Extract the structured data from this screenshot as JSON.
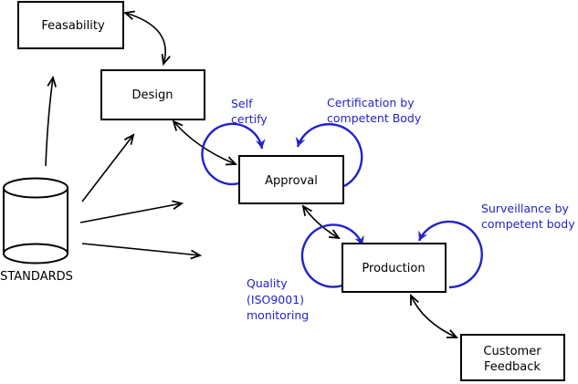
{
  "colors": {
    "annotation_blue": "#2222cc",
    "line_black": "#000000",
    "background": "#ffffff"
  },
  "nodes": {
    "feasability": {
      "label": "Feasability"
    },
    "design": {
      "label": "Design"
    },
    "approval": {
      "label": "Approval"
    },
    "production": {
      "label": "Production"
    },
    "customer_feedback": {
      "line1": "Customer",
      "line2": "Feedback"
    }
  },
  "datastore": {
    "label": "STANDARDS"
  },
  "annotations": {
    "self_certify": {
      "line1": "Self",
      "line2": "certify"
    },
    "certification": {
      "line1": "Certification by",
      "line2": "competent Body"
    },
    "surveillance": {
      "line1": "Surveillance by",
      "line2": "competent body"
    },
    "quality_monitoring": {
      "line1": "Quality",
      "line2": "(ISO9001)",
      "line3": "monitoring"
    }
  }
}
